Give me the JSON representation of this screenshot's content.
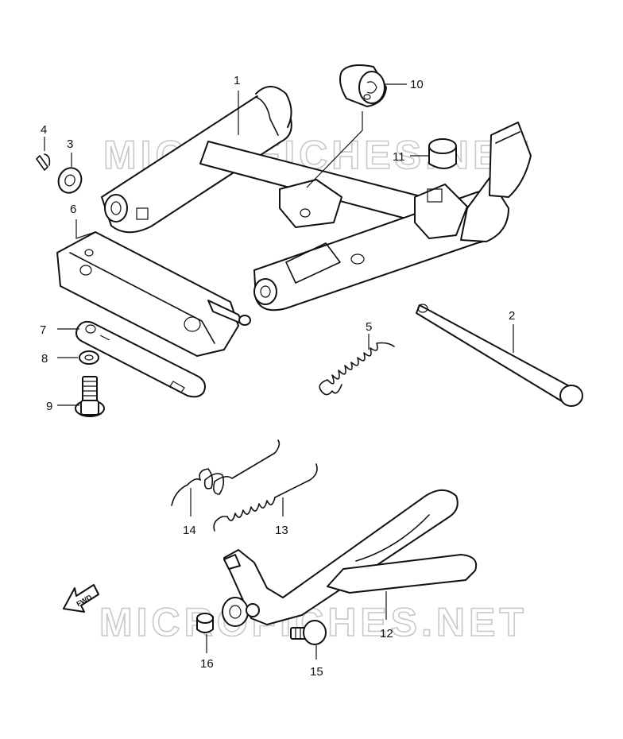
{
  "watermark": {
    "text": "MICROFICHES.NET"
  },
  "direction_arrow": {
    "label": "FWD"
  },
  "callouts": [
    {
      "id": "1",
      "label": "1"
    },
    {
      "id": "2",
      "label": "2"
    },
    {
      "id": "3",
      "label": "3"
    },
    {
      "id": "4",
      "label": "4"
    },
    {
      "id": "5",
      "label": "5"
    },
    {
      "id": "6",
      "label": "6"
    },
    {
      "id": "7",
      "label": "7"
    },
    {
      "id": "8",
      "label": "8"
    },
    {
      "id": "9",
      "label": "9"
    },
    {
      "id": "10",
      "label": "10"
    },
    {
      "id": "11",
      "label": "11"
    },
    {
      "id": "12",
      "label": "12"
    },
    {
      "id": "13",
      "label": "13"
    },
    {
      "id": "14",
      "label": "14"
    },
    {
      "id": "15",
      "label": "15"
    },
    {
      "id": "16",
      "label": "16"
    }
  ]
}
